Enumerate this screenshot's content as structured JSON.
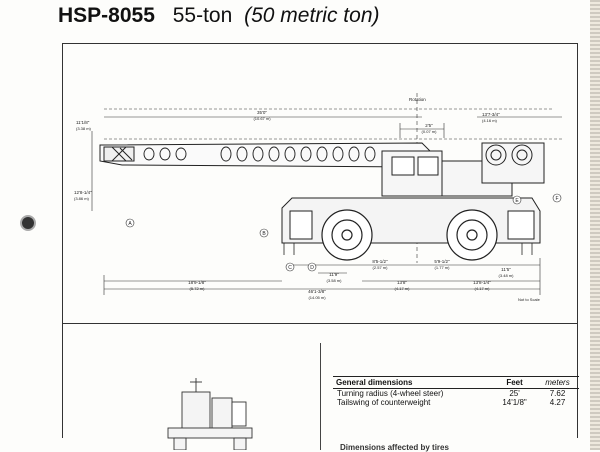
{
  "header": {
    "model": "HSP-8055",
    "tonnage": "55-ton",
    "metric": "(50 metric ton)"
  },
  "drawing": {
    "rotation_label": "Rotation",
    "not_to_scale": "Not to Scale",
    "dims": {
      "boom_length": "35'0\"",
      "boom_length_m": "(10.67 m)",
      "boom_height_left": "11'1/8\"",
      "boom_height_left_m": "(3.38 m)",
      "pivot_offset": "2'5\"",
      "pivot_offset_m": "(0.07 m)",
      "rear_overhang": "13'7-3/4\"",
      "rear_overhang_m": "(4.16 m)",
      "height": "12'8-1/4\"",
      "height_m": "(3.86 m)",
      "front_overall": "18'9-1/8\"",
      "front_overall_m": "(5.72 m)",
      "total_length": "46'1-3/8\"",
      "total_length_m": "(14.05 m)",
      "wheelbase_front": "8'5-1/2\"",
      "wheelbase_front_m": "(2.57 m)",
      "wheelbase_rear": "5'9-1/2\"",
      "wheelbase_rear_m": "(1.77 m)",
      "rear_axle": "11'5\"",
      "rear_axle_m": "(3.48 m)",
      "front_axle_left": "11'9\"",
      "front_axle_left_m": "(3.58 m)",
      "mid_a": "13'8\"",
      "mid_a_m": "(4.17 m)",
      "mid_b": "13'8-1/4\"",
      "mid_b_m": "(4.17 m)"
    },
    "callouts": [
      "A",
      "B",
      "C",
      "D",
      "E",
      "F"
    ]
  },
  "table": {
    "headers": [
      "General dimensions",
      "Feet",
      "meters"
    ],
    "rows": [
      [
        "Turning radius (4-wheel steer)",
        "25'",
        "7.62"
      ],
      [
        "Tailswing of counterweight",
        "14'1/8\"",
        "4.27"
      ]
    ]
  },
  "caption": "Dimensions affected by tires"
}
